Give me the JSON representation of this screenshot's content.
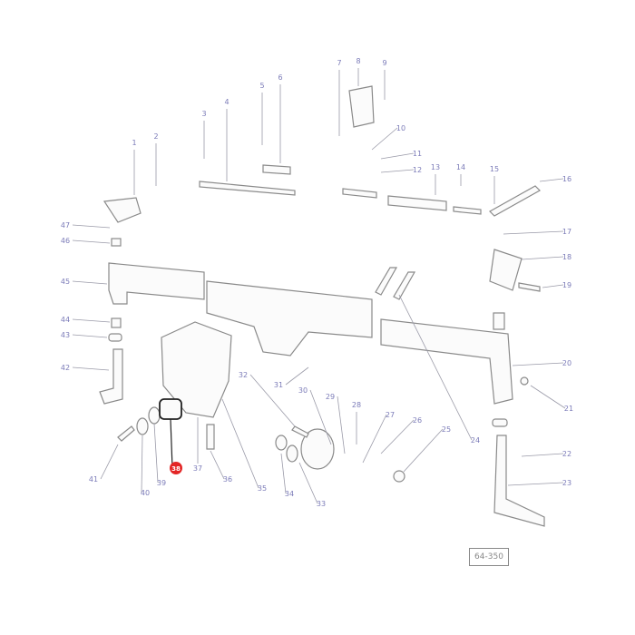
{
  "diagram": {
    "type": "exploded-parts-diagram",
    "highlighted_part": "38",
    "highlight_color": "#e32626",
    "label_color": "#7b7bb8",
    "part_labels": [
      "1",
      "2",
      "3",
      "4",
      "5",
      "6",
      "7",
      "8",
      "9",
      "10",
      "11",
      "12",
      "13",
      "14",
      "15",
      "16",
      "17",
      "18",
      "19",
      "20",
      "21",
      "22",
      "23",
      "24",
      "25",
      "26",
      "27",
      "28",
      "29",
      "30",
      "31",
      "32",
      "33",
      "34",
      "35",
      "36",
      "37",
      "38",
      "39",
      "40",
      "41",
      "42",
      "43",
      "44",
      "45",
      "46",
      "47"
    ],
    "reference_code": "64-350"
  }
}
